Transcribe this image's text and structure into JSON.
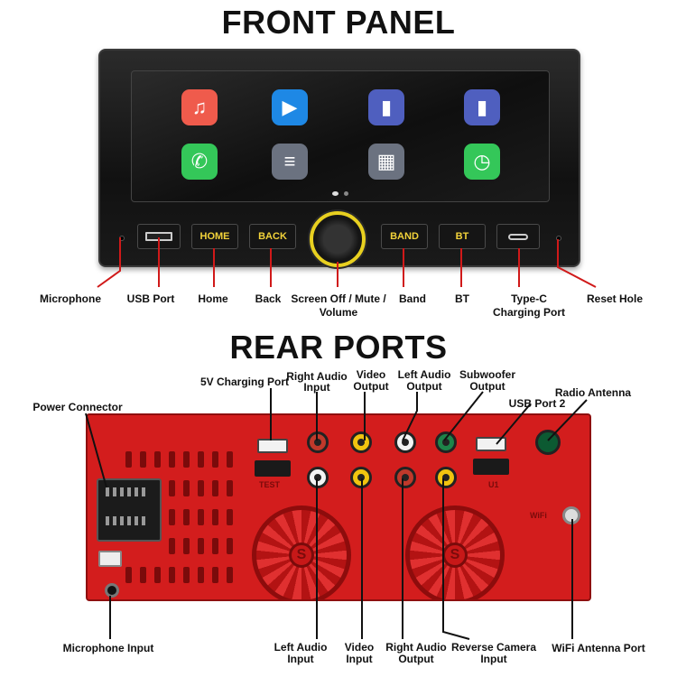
{
  "front": {
    "title": "FRONT PANEL",
    "apps": [
      {
        "name": "music",
        "glyph": "♫",
        "color": "#ef5b4c"
      },
      {
        "name": "video",
        "glyph": "▶",
        "color": "#1e88e5"
      },
      {
        "name": "usb",
        "glyph": "▮",
        "color": "#4f5fbf"
      },
      {
        "name": "usb",
        "glyph": "▮",
        "color": "#4f5fbf"
      },
      {
        "name": "phone",
        "glyph": "✆",
        "color": "#34c759"
      },
      {
        "name": "equalizer",
        "glyph": "≡",
        "color": "#6b7280"
      },
      {
        "name": "calculator",
        "glyph": "▦",
        "color": "#6b7280"
      },
      {
        "name": "clock",
        "glyph": "◷",
        "color": "#34c759"
      }
    ],
    "buttons": {
      "home": "HOME",
      "back": "BACK",
      "band": "BAND",
      "bt": "BT"
    },
    "labels": {
      "microphone": "Microphone",
      "usb_port": "USB Port",
      "home": "Home",
      "back": "Back",
      "knob_line1": "Screen Off / Mute /",
      "knob_line2": "Volume",
      "band": "Band",
      "bt": "BT",
      "typec_line1": "Type-C",
      "typec_line2": "Charging Port",
      "reset": "Reset  Hole"
    },
    "accent_color": "#f2d23a"
  },
  "rear": {
    "title": "REAR PORTS",
    "labels": {
      "power_connector": "Power Connector",
      "charging_5v": "5V Charging Port",
      "right_audio_input_l1": "Right Audio",
      "right_audio_input_l2": "Input",
      "video_output_l1": "Video",
      "video_output_l2": "Output",
      "left_audio_output_l1": "Left Audio",
      "left_audio_output_l2": "Output",
      "subwoofer_output_l1": "Subwoofer",
      "subwoofer_output_l2": "Output",
      "usb_port_2": "USB Port 2",
      "radio_antenna": "Radio Antenna",
      "microphone_input": "Microphone Input",
      "left_audio_input_l1": "Left Audio",
      "left_audio_input_l2": "Input",
      "video_input_l1": "Video",
      "video_input_l2": "Input",
      "right_audio_output_l1": "Right Audio",
      "right_audio_output_l2": "Output",
      "reverse_camera_l1": "Reverse Camera",
      "reverse_camera_l2": "Input",
      "wifi_antenna_port": "WiFi Antenna Port"
    },
    "etched": {
      "test": "TEST",
      "u1": "U1",
      "wifi": "WiFi",
      "fan_logo": "S"
    },
    "body_color": "#d31d1d"
  }
}
